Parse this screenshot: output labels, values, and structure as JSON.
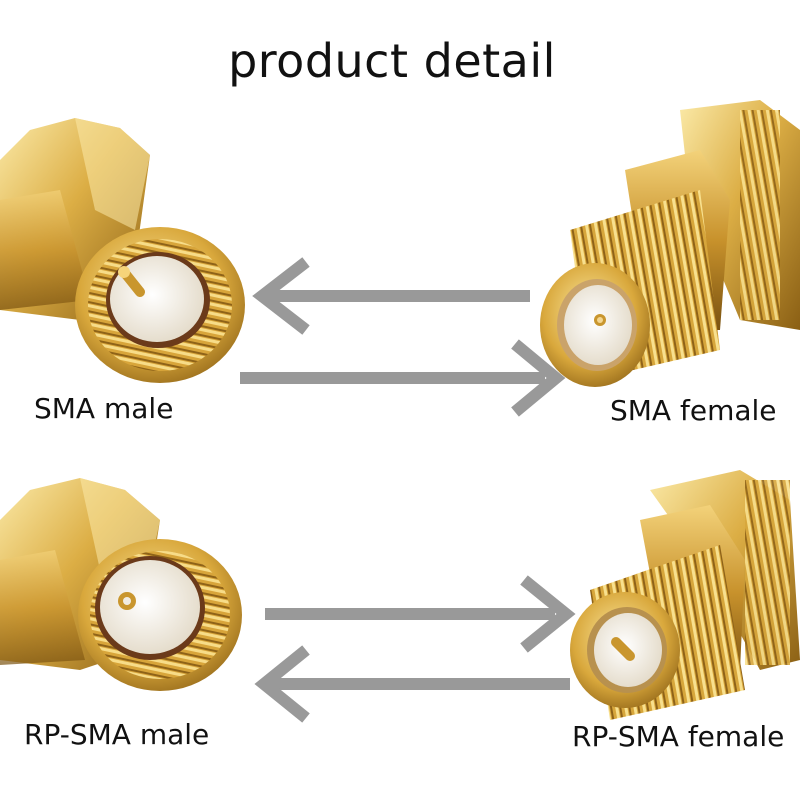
{
  "title": "product detail",
  "labels": {
    "sma_male": "SMA male",
    "sma_female": "SMA female",
    "rp_sma_male": "RP-SMA male",
    "rp_sma_female": "RP-SMA female"
  },
  "colors": {
    "gold_light": "#f6dd8a",
    "gold": "#d8a93c",
    "gold_dark": "#8a5f14",
    "insulator": "#f1ece2",
    "arrow": "#999999"
  }
}
